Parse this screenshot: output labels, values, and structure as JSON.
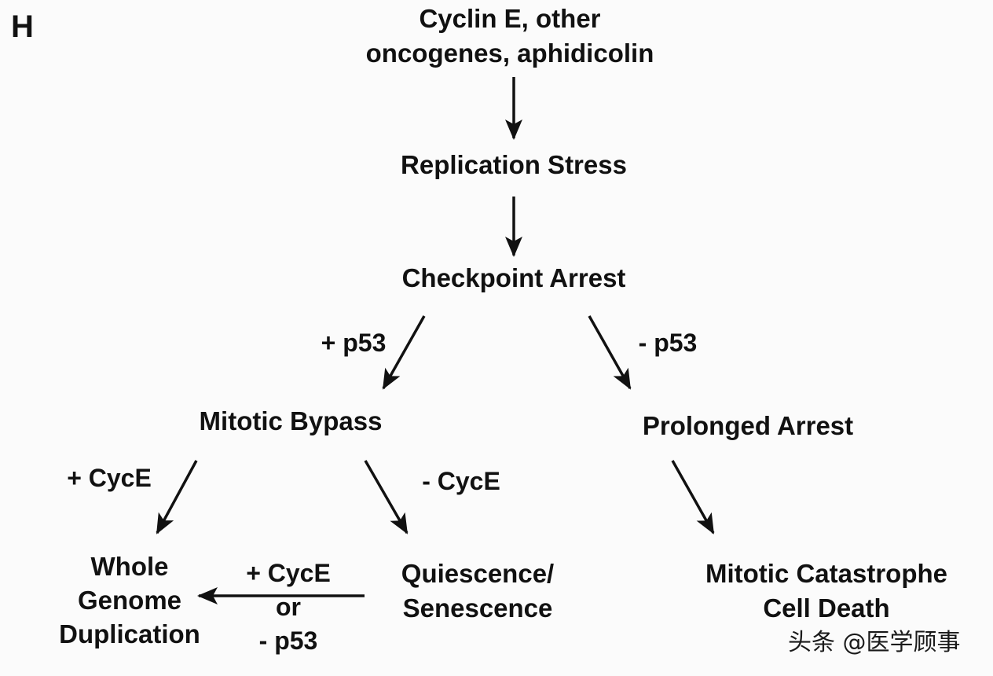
{
  "panel_label": "H",
  "nodes": {
    "cyclin_e": {
      "line1": "Cyclin E, other",
      "line2": "oncogenes, aphidicolin"
    },
    "replication_stress": "Replication Stress",
    "checkpoint_arrest": "Checkpoint Arrest",
    "mitotic_bypass": "Mitotic Bypass",
    "prolonged_arrest": "Prolonged Arrest",
    "whole_genome": {
      "line1": "Whole",
      "line2": "Genome",
      "line3": "Duplication"
    },
    "quiescence": {
      "line1": "Quiescence/",
      "line2": "Senescence"
    },
    "mitotic_catastrophe": {
      "line1": "Mitotic Catastrophe",
      "line2": "Cell Death"
    }
  },
  "edge_labels": {
    "plus_p53": "+ p53",
    "minus_p53": "- p53",
    "plus_cyce": "+ CycE",
    "minus_cyce": "- CycE",
    "cyce_or_p53": {
      "line1": "+ CycE",
      "line2": "or",
      "line3": "- p53"
    }
  },
  "watermark": "头条 @医学顾事",
  "colors": {
    "text": "#111111",
    "arrow": "#111111",
    "background": "#fbfbfb"
  }
}
